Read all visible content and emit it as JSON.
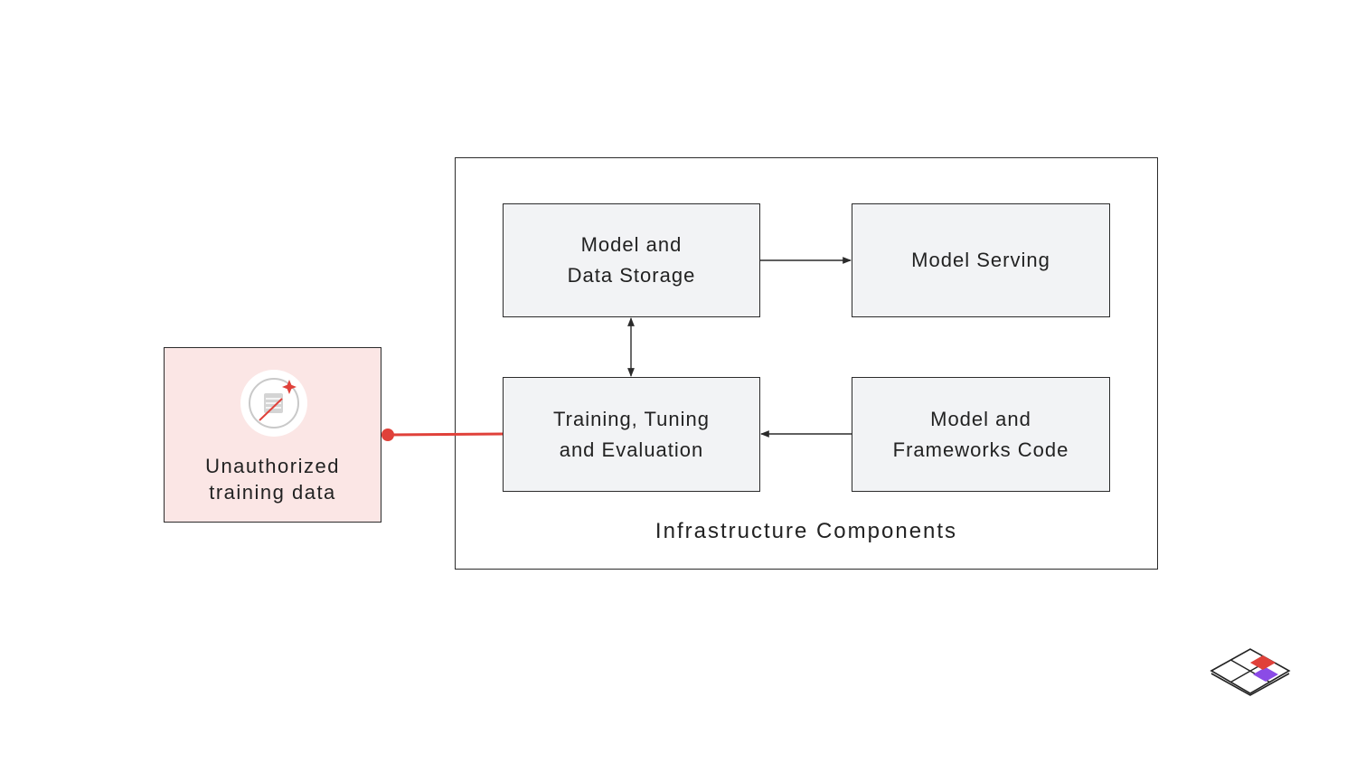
{
  "container": {
    "label": "Infrastructure Components"
  },
  "components": {
    "storage": "Model and\nData Storage",
    "serving": "Model Serving",
    "training": "Training, Tuning\nand Evaluation",
    "frameworks": "Model and\nFrameworks Code"
  },
  "risk": {
    "label": "Unauthorized\ntraining data",
    "icon": "data-sparkle-crossed-icon"
  },
  "colors": {
    "risk_fill": "#fbe6e5",
    "risk_line": "#e0413a",
    "box_fill": "#f2f3f5",
    "border": "#2b2b2b"
  },
  "logo": {
    "icon": "layered-diamond-logo-icon"
  }
}
